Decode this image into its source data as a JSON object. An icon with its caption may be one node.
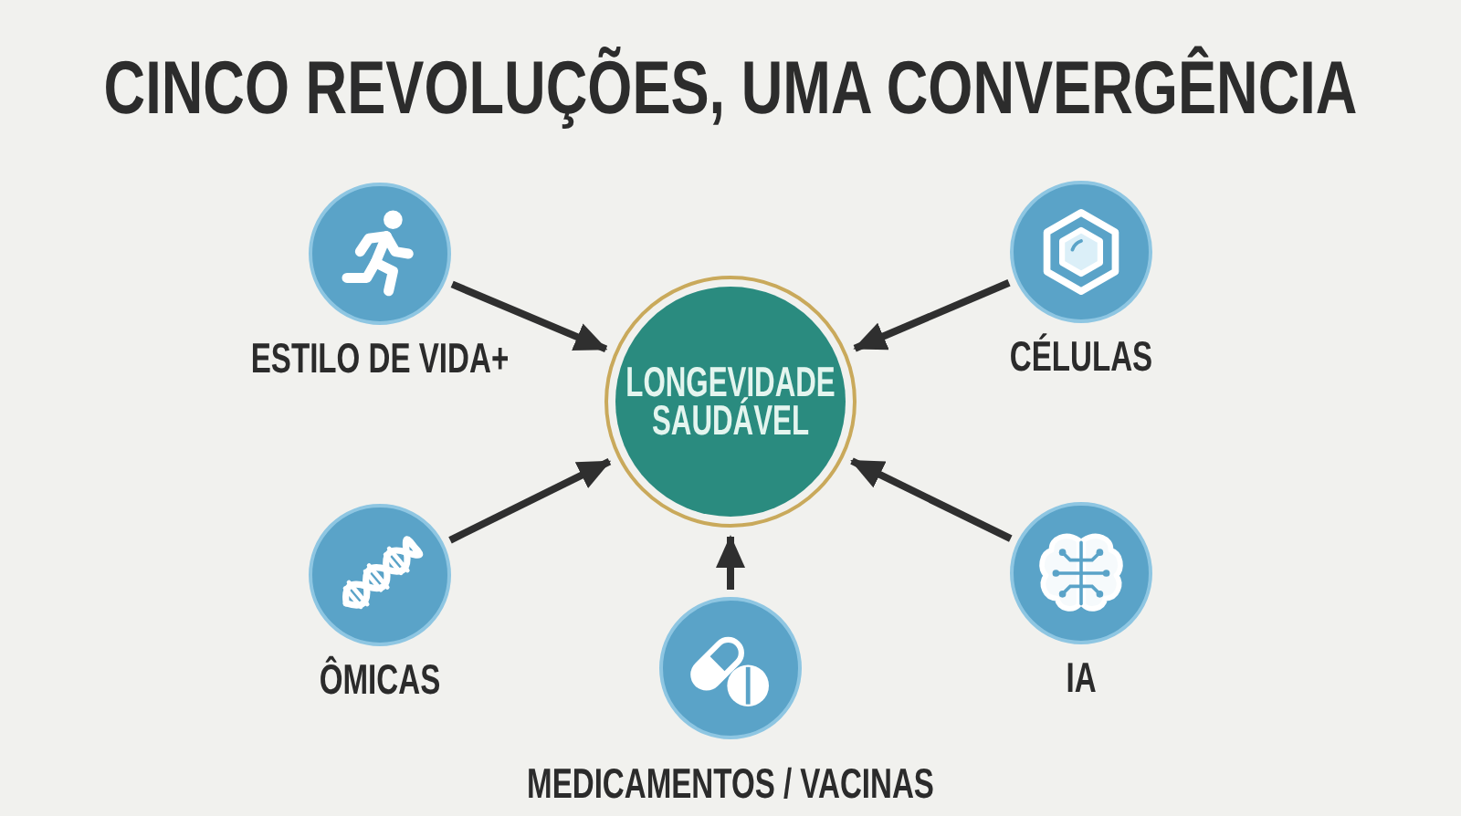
{
  "diagram": {
    "title": "CINCO REVOLUÇÕES, UMA CONVERGÊNCIA",
    "nodes": [
      {
        "text": [
          "ESTILO DE VIDA+"
        ]
      },
      {
        "text": [
          "CÉLULAS"
        ]
      },
      {
        "text": [
          "LONGEVIDADE SAUDÁVEL"
        ]
      },
      {
        "text": [
          "ÔMICAS"
        ]
      },
      {
        "text": [
          "IA"
        ]
      },
      {
        "text": [
          "MEDICAMENTOS / VACINAS"
        ]
      }
    ],
    "edges": [
      {
        "from": 0,
        "to": 2,
        "arrow": "to"
      },
      {
        "from": 1,
        "to": 2,
        "arrow": "to"
      },
      {
        "from": 3,
        "to": 2,
        "arrow": "to"
      },
      {
        "from": 4,
        "to": 2,
        "arrow": "to"
      },
      {
        "from": 5,
        "to": 2,
        "arrow": "to"
      }
    ]
  }
}
